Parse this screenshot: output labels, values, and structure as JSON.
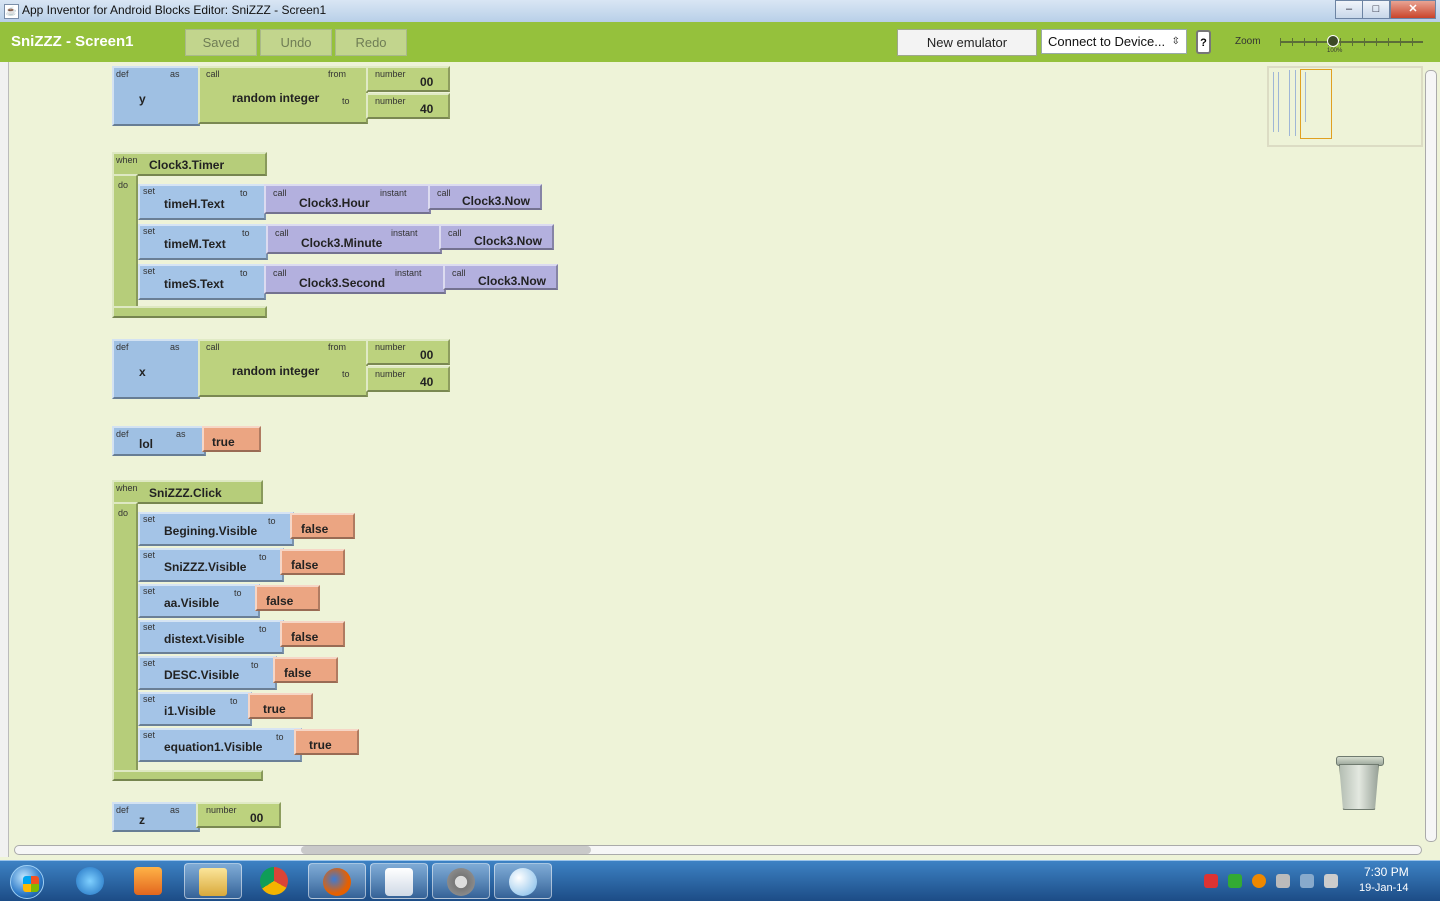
{
  "window": {
    "title": "App Inventor for Android Blocks Editor: SniZZZ - Screen1",
    "min": "–",
    "max": "□",
    "close": "✕"
  },
  "toolbar": {
    "screen_title": "SniZZZ - Screen1",
    "saved": "Saved",
    "undo": "Undo",
    "redo": "Redo",
    "new_emulator": "New emulator",
    "connect": "Connect to Device...",
    "help": "?",
    "zoom_label": "Zoom",
    "zoom_level": "100%"
  },
  "blocks": {
    "def_y": {
      "def": "def",
      "name": "y",
      "as": "as",
      "call": "call",
      "proc": "random integer",
      "from": "from",
      "to": "to",
      "number": "number",
      "from_val": "00",
      "to_val": "40"
    },
    "timer": {
      "when": "when",
      "do": "do",
      "event": "Clock3.Timer",
      "rows": [
        {
          "set": "set",
          "target": "timeH.Text",
          "to": "to",
          "call": "call",
          "proc": "Clock3.Hour",
          "instant": "instant",
          "call2": "call",
          "now": "Clock3.Now"
        },
        {
          "set": "set",
          "target": "timeM.Text",
          "to": "to",
          "call": "call",
          "proc": "Clock3.Minute",
          "instant": "instant",
          "call2": "call",
          "now": "Clock3.Now"
        },
        {
          "set": "set",
          "target": "timeS.Text",
          "to": "to",
          "call": "call",
          "proc": "Clock3.Second",
          "instant": "instant",
          "call2": "call",
          "now": "Clock3.Now"
        }
      ]
    },
    "def_x": {
      "def": "def",
      "name": "x",
      "as": "as",
      "call": "call",
      "proc": "random integer",
      "from": "from",
      "to": "to",
      "number": "number",
      "from_val": "00",
      "to_val": "40"
    },
    "def_lol": {
      "def": "def",
      "name": "lol",
      "as": "as",
      "value": "true"
    },
    "click": {
      "when": "when",
      "do": "do",
      "event": "SniZZZ.Click",
      "rows": [
        {
          "set": "set",
          "target": "Begining.Visible",
          "to": "to",
          "value": "false"
        },
        {
          "set": "set",
          "target": "SniZZZ.Visible",
          "to": "to",
          "value": "false"
        },
        {
          "set": "set",
          "target": "aa.Visible",
          "to": "to",
          "value": "false"
        },
        {
          "set": "set",
          "target": "distext.Visible",
          "to": "to",
          "value": "false"
        },
        {
          "set": "set",
          "target": "DESC.Visible",
          "to": "to",
          "value": "false"
        },
        {
          "set": "set",
          "target": "i1.Visible",
          "to": "to",
          "value": "true"
        },
        {
          "set": "set",
          "target": "equation1.Visible",
          "to": "to",
          "value": "true"
        }
      ]
    },
    "def_z": {
      "def": "def",
      "name": "z",
      "as": "as",
      "number": "number",
      "value": "00"
    }
  },
  "taskbar": {
    "time": "7:30 PM",
    "date": "19-Jan-14"
  },
  "colors": {
    "toolbar": "#95c13c",
    "workspace": "#eef3d8",
    "def_block": "#9fc0e3",
    "call_block": "#b3b0de",
    "bool_block": "#eba582",
    "math_block": "#bcd27e"
  }
}
